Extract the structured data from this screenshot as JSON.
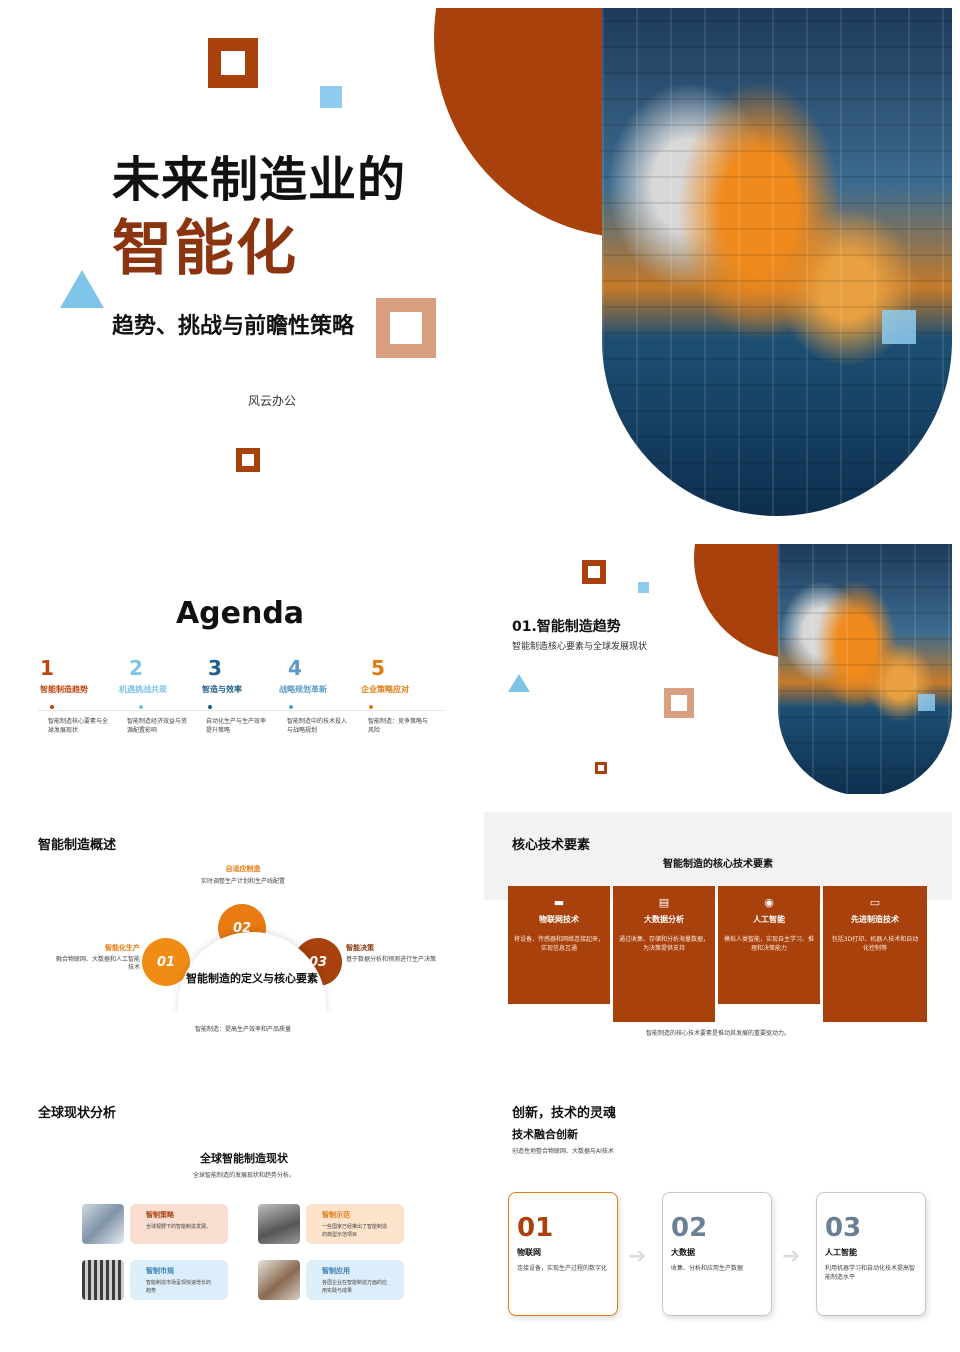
{
  "cover": {
    "title_line1": "未来制造业的",
    "title_line2": "智能化",
    "subtitle": "趋势、挑战与前瞻性策略",
    "author": "风云办公"
  },
  "agenda": {
    "title": "Agenda",
    "items": [
      {
        "num": "1",
        "label": "智能制造趋势",
        "desc": "智能制造核心要素与全球发展现状",
        "color": "#c1440e"
      },
      {
        "num": "2",
        "label": "机遇挑战共现",
        "desc": "智能制造经济效益与资源配置影响",
        "color": "#7ec3e8"
      },
      {
        "num": "3",
        "label": "智造与效率",
        "desc": "自动化生产与生产效率提升策略",
        "color": "#1d5f8a"
      },
      {
        "num": "4",
        "label": "战略规划革新",
        "desc": "智能制造中的技术投入与战略规划",
        "color": "#5b9ac7"
      },
      {
        "num": "5",
        "label": "企业策略应对",
        "desc": "智能制造：竞争策略与风险",
        "color": "#e07b10"
      }
    ]
  },
  "section": {
    "title": "01.智能制造趋势",
    "subtitle": "智能制造核心要素与全球发展现状"
  },
  "overview": {
    "heading": "智能制造概述",
    "center": "智能制造的定义与核心要素",
    "footer": "智能制造：提高生产效率和产品质量",
    "nodes": [
      {
        "num": "01",
        "label": "智能化生产",
        "desc": "融合物联网、大数据和人工智能技术"
      },
      {
        "num": "02",
        "label": "自适应制造",
        "desc": "实时调整生产计划和生产线配置"
      },
      {
        "num": "03",
        "label": "智能决策",
        "desc": "基于数据分析和预测进行生产决策"
      }
    ]
  },
  "core_tech": {
    "heading": "核心技术要素",
    "subheading": "智能制造的核心技术要素",
    "footer": "智能制造的核心技术要素是推动其发展的重要驱动力。",
    "cards": [
      {
        "icon": "▬",
        "title": "物联网技术",
        "desc": "将设备、传感器和网络连接起来，实现信息互通"
      },
      {
        "icon": "▤",
        "title": "大数据分析",
        "desc": "通过收集、存储和分析海量数据，为决策提供支持"
      },
      {
        "icon": "◉",
        "title": "人工智能",
        "desc": "模拟人类智能，实现自主学习、推理和决策能力"
      },
      {
        "icon": "▭",
        "title": "先进制造技术",
        "desc": "包括3D打印、机器人技术和自动化控制等"
      }
    ]
  },
  "global": {
    "heading": "全球现状分析",
    "subheading": "全球智能制造现状",
    "caption": "全球智能制造的发展现状和趋势分析。",
    "cards": [
      {
        "title": "智制策略",
        "desc": "全球视野下的智能制造发展。"
      },
      {
        "title": "智制示范",
        "desc": "一些国家已经推出了智能制造的典型示范项目"
      },
      {
        "title": "智制市规",
        "desc": "智能制造市场呈现快速增长的趋势"
      },
      {
        "title": "智制应用",
        "desc": "各国企业在智能制造方面的应用实践与成果"
      }
    ]
  },
  "innovation": {
    "heading": "创新，技术的灵魂",
    "subheading": "技术融合创新",
    "caption": "创造性地整合物联网、大数据与AI技术",
    "cards": [
      {
        "num": "01",
        "title": "物联网",
        "desc": "连接设备，实现生产过程的数字化"
      },
      {
        "num": "02",
        "title": "大数据",
        "desc": "收集、分析和应用生产数据"
      },
      {
        "num": "03",
        "title": "人工智能",
        "desc": "利用机器学习和自动化技术提高智能制造水平"
      }
    ]
  }
}
